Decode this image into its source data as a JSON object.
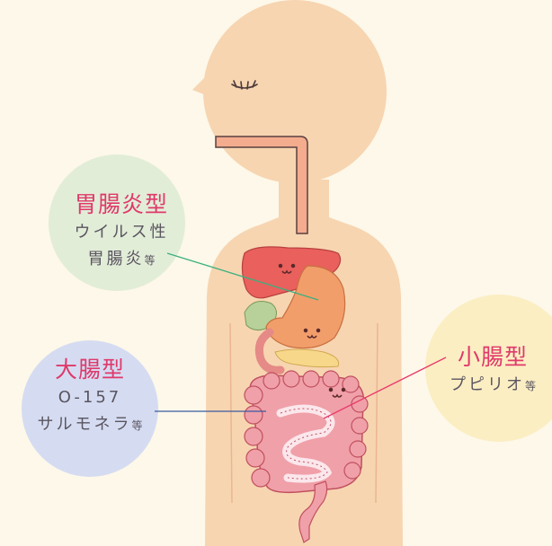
{
  "labels": {
    "gastroenteritis": {
      "title": "胃腸炎型",
      "line1": "ウイルス性",
      "line2": "胃腸炎",
      "suffix": "等"
    },
    "large_intestine": {
      "title": "大腸型",
      "line1": "O-157",
      "line2": "サルモネラ",
      "suffix": "等"
    },
    "small_intestine": {
      "title": "小腸型",
      "line1": "プピリオ",
      "suffix": "等"
    }
  },
  "colors": {
    "background": "#fdf8e9",
    "skin": "#f7d5b1",
    "circle_green": "#e2edd8",
    "circle_blue": "#d5dcf2",
    "circle_yellow": "#fbeec3",
    "title_pink": "#e0396a",
    "liver": "#e9605d",
    "stomach": "#f29e6b",
    "intestine": "#f0a0a8",
    "leader_green": "#3bb07e",
    "leader_blue": "#3a5aa0",
    "leader_pink": "#e83a6b"
  }
}
